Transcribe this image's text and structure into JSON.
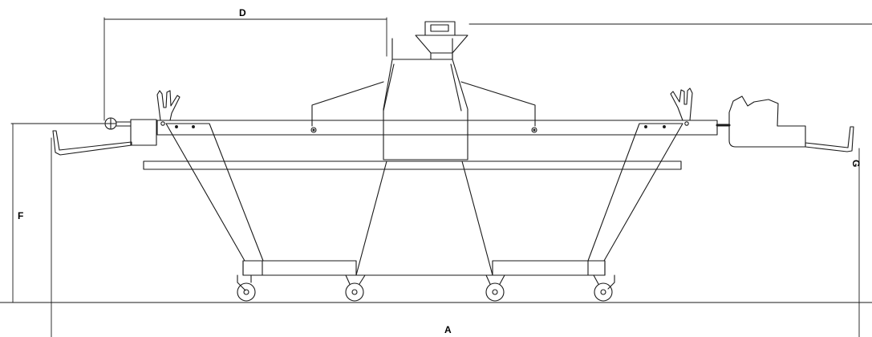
{
  "dimensions": {
    "a": "A",
    "d": "D",
    "f": "F",
    "g": "G"
  },
  "colors": {
    "line": "#1a1a1a",
    "background": "#ffffff"
  }
}
